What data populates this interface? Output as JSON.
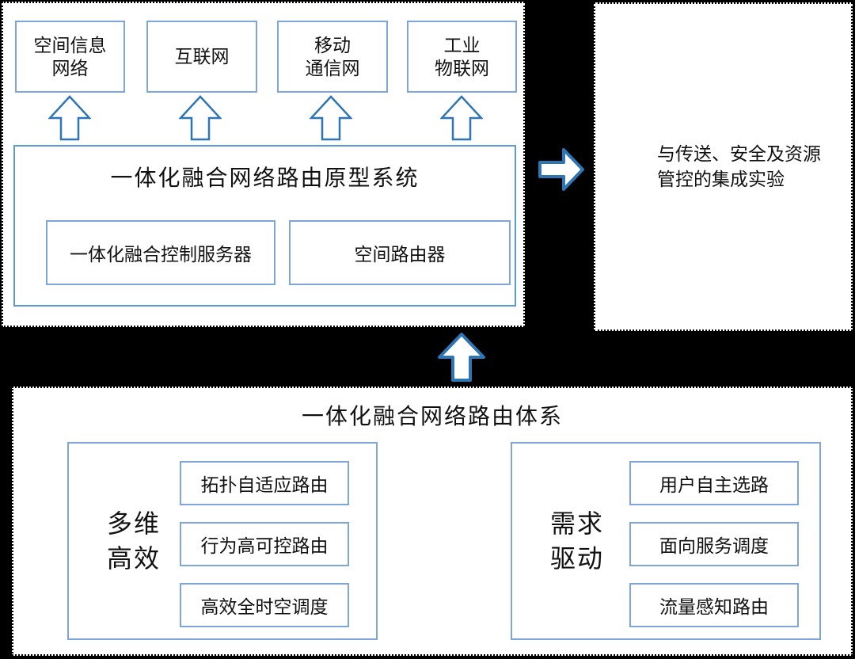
{
  "colors": {
    "page_background": "#000000",
    "panel_background": "#ffffff",
    "panel_border": "#000000",
    "system_box_border": "#5B9BD5",
    "light_box_border": "#7EA6DC",
    "arrow_stroke": "#2E75B6",
    "arrow_fill": "#ffffff",
    "text": "#111111"
  },
  "icons": {
    "up_arrow": "up-arrow-icon",
    "right_arrow": "right-arrow-icon"
  },
  "prototype_panel": {
    "networks": [
      {
        "lines": [
          "空间信息",
          "网络"
        ]
      },
      {
        "lines": [
          "互联网",
          ""
        ]
      },
      {
        "lines": [
          "移动",
          "通信网"
        ]
      },
      {
        "lines": [
          "工业",
          "物联网"
        ]
      }
    ],
    "system_box": {
      "title": "一体化融合网络路由原型系统",
      "components": [
        "一体化融合控制服务器",
        "空间路由器"
      ]
    }
  },
  "experiment_panel": {
    "lines": [
      "与传送、安全及资源",
      "管控的集成实验"
    ]
  },
  "architecture_panel": {
    "title": "一体化融合网络路由体系",
    "groups": [
      {
        "label_lines": [
          "多维",
          "高效"
        ],
        "items": [
          "拓扑自适应路由",
          "行为高可控路由",
          "高效全时空调度"
        ]
      },
      {
        "label_lines": [
          "需求",
          "驱动"
        ],
        "items": [
          "用户自主选路",
          "面向服务调度",
          "流量感知路由"
        ]
      }
    ]
  }
}
